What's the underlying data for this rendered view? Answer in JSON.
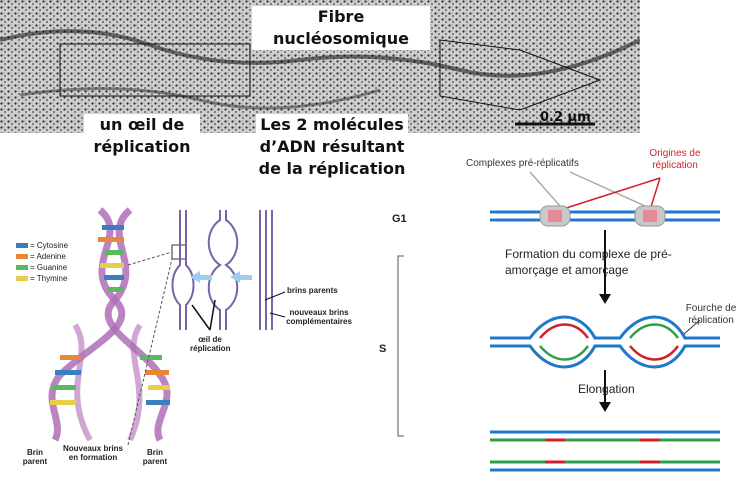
{
  "top": {
    "title": "Fibre nucléosomique",
    "eye_label": "un œil de réplication",
    "molecules_label": "Les 2 molécules d’ADN résultant de la réplication",
    "scale_bar": "0.2 μm"
  },
  "left_panel": {
    "legend": [
      "= Cytosine",
      "= Adenine",
      "= Guanine",
      "= Thymine"
    ],
    "legend_colors": [
      "#3a7fc0",
      "#e8863a",
      "#5cb85c",
      "#e6d04a"
    ],
    "brin_parent_left": "Brin parent",
    "nouveaux_brins": "Nouveaux brins en formation",
    "brin_parent_right": "Brin parent",
    "oeil": "œil de réplication",
    "brins_parents": "brins parents",
    "complementaires": "nouveaux brins complémentaires"
  },
  "right_panel": {
    "phase_g1": "G1",
    "phase_s": "S",
    "complexes": "Complexes pré-réplicatifs",
    "origines": "Origines de réplication",
    "formation": "Formation du complexe de pré-amorçage et amorçage",
    "fourche": "Fourche de réplication",
    "elongation": "Elongation",
    "colors": {
      "dna_parent": "#1f78c8",
      "dna_new": "#2ea04a",
      "origin": "#d0202a",
      "arrow": "#111111"
    }
  }
}
